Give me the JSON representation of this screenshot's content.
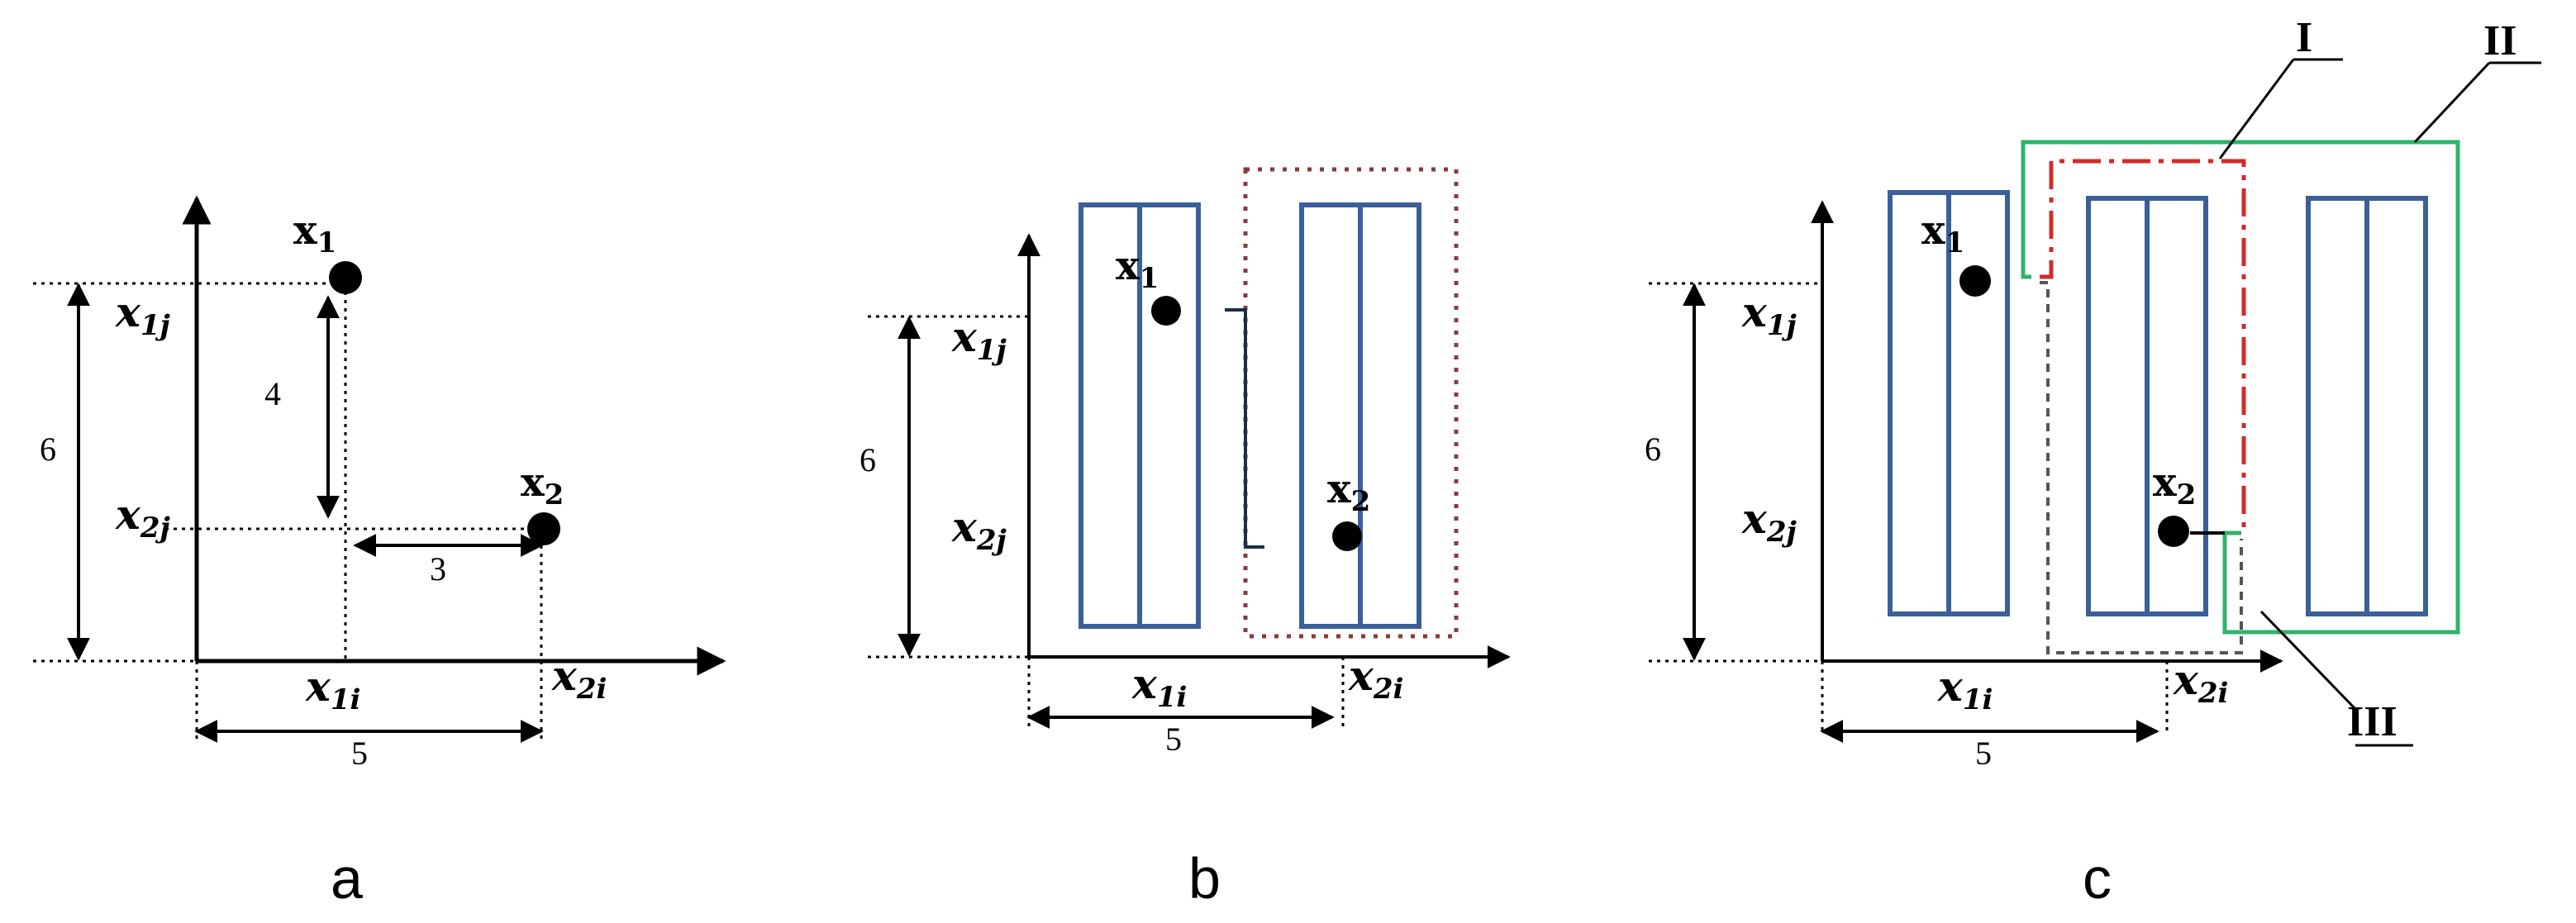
{
  "panels": [
    "a",
    "b",
    "c"
  ],
  "points": {
    "p1": {
      "base": "x",
      "sub": "1"
    },
    "p2": {
      "base": "x",
      "sub": "2"
    }
  },
  "axis_labels": {
    "x1j": {
      "base": "x",
      "sub": "1j"
    },
    "x2j": {
      "base": "x",
      "sub": "2j"
    },
    "x1i": {
      "base": "x",
      "sub": "1i"
    },
    "x2i": {
      "base": "x",
      "sub": "2i"
    }
  },
  "distances": {
    "vertical_total": "6",
    "vertical_partial": "4",
    "horizontal_partial": "3",
    "horizontal_total": "5"
  },
  "routes": [
    "I",
    "II",
    "III"
  ],
  "colors": {
    "frame": "#3b5f9a",
    "route_I": "#d42a2a",
    "route_II": "#2fb36a",
    "route_III": "#555555",
    "dotted_box": "#8a3a3a"
  }
}
